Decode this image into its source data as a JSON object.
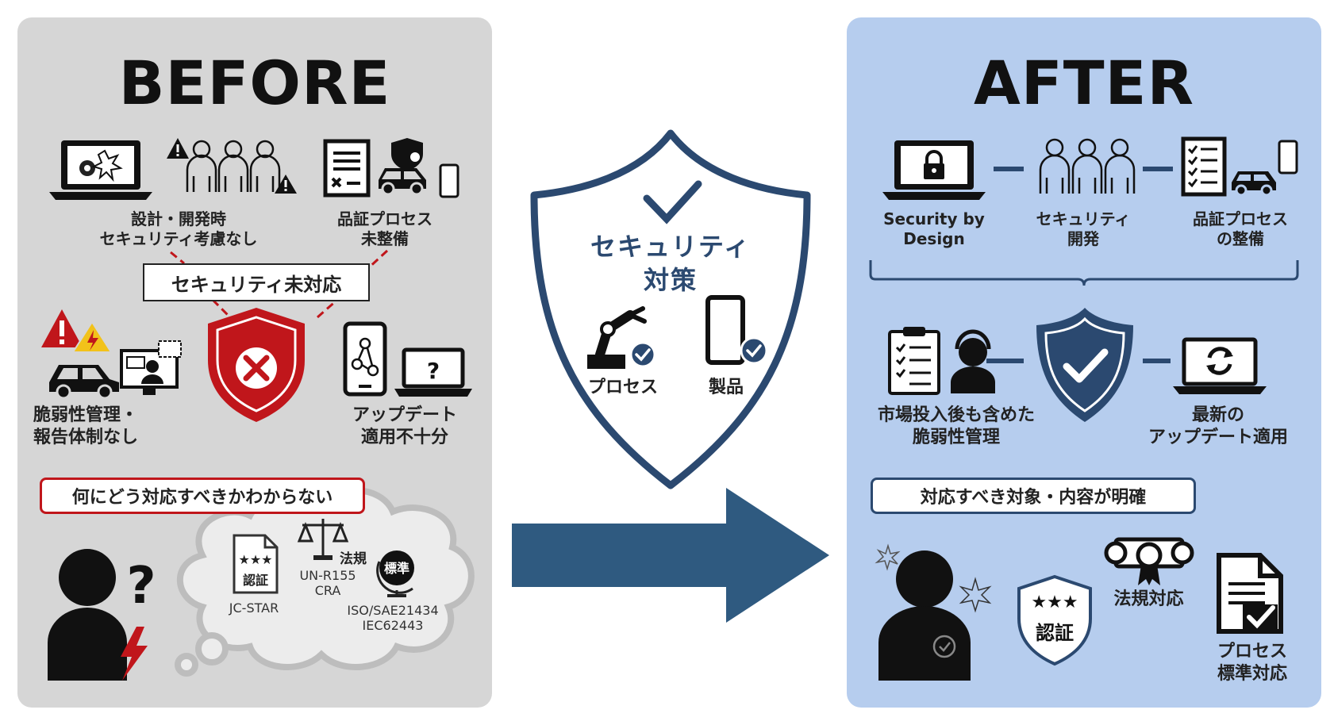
{
  "before": {
    "title": "BEFORE",
    "design_label": "設計・開発時\nセキュリティ考慮なし",
    "qa_label": "品証プロセス\n未整備",
    "status_box": "セキュリティ未対応",
    "vuln_label": "脆弱性管理・\n報告体制なし",
    "update_label": "アップデート\n適用不十分",
    "problem_box": "何にどう対応すべきかわからない",
    "cloud": {
      "cert_stars": "★★★",
      "cert_text": "認証",
      "jcstar": "JC-STAR",
      "law": "法規",
      "un": "UN-R155\nCRA",
      "standard": "標準",
      "iso": "ISO/SAE21434\nIEC62443"
    }
  },
  "center": {
    "shield_title": "セキュリティ\n対策",
    "process_label": "プロセス",
    "product_label": "製品"
  },
  "after": {
    "title": "AFTER",
    "sbd_label": "Security by\nDesign",
    "dev_label": "セキュリティ\n開発",
    "qa_label": "品証プロセス\nの整備",
    "vuln_label": "市場投入後も含めた\n脆弱性管理",
    "update_label": "最新の\nアップデート適用",
    "clear_box": "対応すべき対象・内容が明確",
    "cert_stars": "★★★",
    "cert_text": "認証",
    "law_label": "法規対応",
    "process_std_label": "プロセス\n標準対応"
  },
  "colors": {
    "before_bg": "#d6d6d6",
    "after_bg": "#b6cdee",
    "navy": "#2b4970",
    "arrow": "#2f5a80",
    "danger_red": "#c0161b",
    "warning_yellow": "#f2c21a"
  }
}
